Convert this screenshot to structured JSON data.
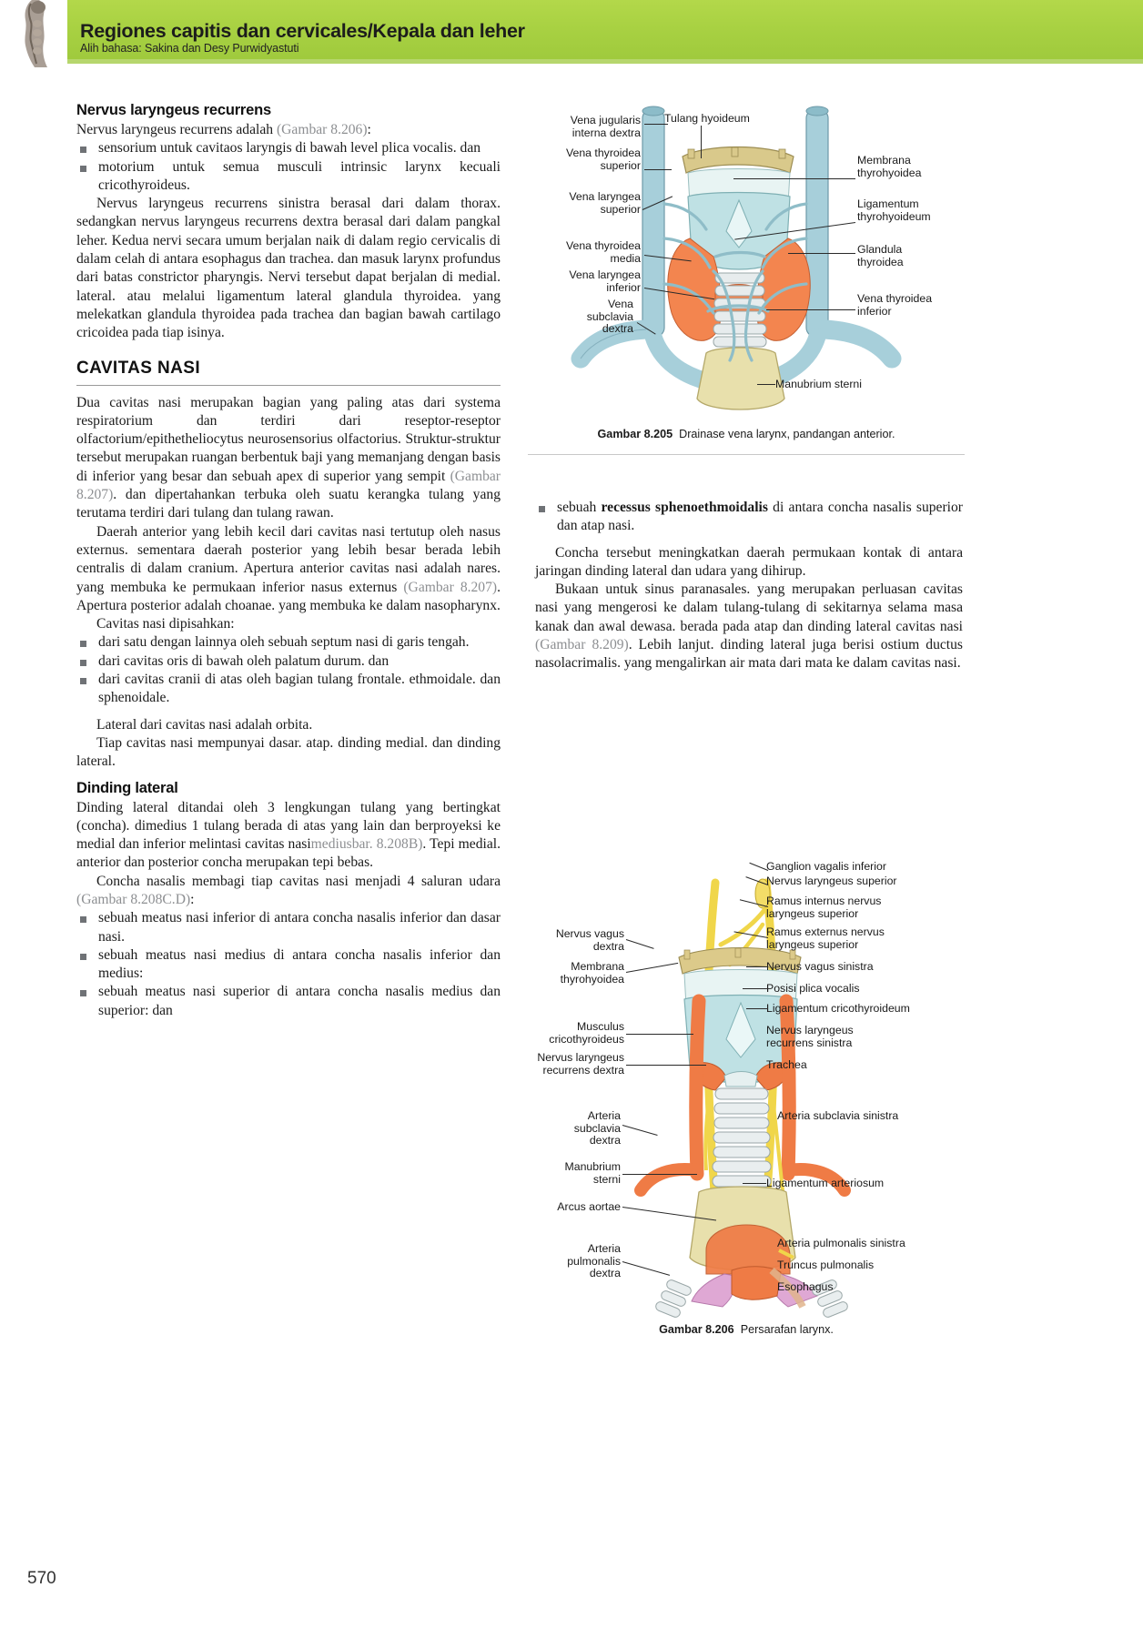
{
  "header": {
    "title": "Regiones capitis dan cervicales/Kepala dan leher",
    "subtitle": "Alih bahasa: Sakina dan Desy Purwidyastuti",
    "band_color": "#a8d142"
  },
  "page_number": "570",
  "left_column": {
    "heading1": "Nervus laryngeus recurrens",
    "intro": "Nervus laryngeus recurrens adalah ",
    "intro_ref": "(Gambar 8.206)",
    "intro_tail": ":",
    "bullets": [
      "sensorium untuk cavitaos laryngis di bawah level plica vocalis. dan",
      "motorium untuk semua musculi intrinsic larynx kecuali cricothyroideus."
    ],
    "para1": "Nervus laryngeus recurrens sinistra berasal dari dalam thorax. sedangkan nervus laryngeus recurrens dextra berasal dari dalam pangkal leher. Kedua nervi secara umum berjalan naik di dalam regio cervicalis di dalam celah di antara esophagus dan trachea. dan masuk larynx profundus dari batas constrictor pharyngis. Nervi tersebut dapat berjalan di medial. lateral. atau melalui ligamentum lateral glandula thyroidea. yang melekatkan glandula thyroidea pada trachea dan bagian bawah cartilago cricoidea pada tiap isinya.",
    "section_heading": "CAVITAS NASI",
    "para2_a": "Dua cavitas nasi merupakan bagian yang paling atas dari systema respiratorium dan terdiri dari reseptor-reseptor olfactorium/epithetheliocytus neurosensorius olfactorius. Struktur-struktur tersebut merupakan ruangan berbentuk baji yang memanjang dengan basis di inferior yang besar dan sebuah apex di superior yang sempit ",
    "para2_ref": "(Gambar 8.207)",
    "para2_b": ". dan dipertahankan terbuka oleh suatu kerangka tulang yang terutama terdiri dari tulang dan tulang rawan.",
    "para3_a": "Daerah anterior yang lebih kecil dari cavitas nasi tertutup oleh nasus externus. sementara daerah posterior yang lebih besar berada lebih centralis di dalam cranium. Apertura anterior cavitas nasi adalah nares. yang membuka ke permukaan inferior nasus externus ",
    "para3_ref": "(Gambar 8.207)",
    "para3_b": ". Apertura posterior adalah choanae. yang membuka ke dalam nasopharynx.",
    "para4": "Cavitas nasi dipisahkan:",
    "bullets2": [
      "dari satu dengan lainnya oleh sebuah septum nasi di garis tengah.",
      "dari cavitas oris di bawah oleh palatum durum. dan",
      "dari cavitas cranii di atas oleh bagian tulang frontale. ethmoidale. dan sphenoidale."
    ],
    "para5": "Lateral dari cavitas nasi adalah orbita.",
    "para6": "Tiap cavitas nasi mempunyai dasar. atap. dinding medial. dan dinding lateral.",
    "heading2": "Dinding lateral",
    "para7_a": "Dinding lateral ditandai oleh 3 lengkungan tulang yang bertingkat (concha). dimedius 1 tulang berada di atas yang lain dan berproyeksi ke medial dan inferior melintasi cavitas nasi",
    "para7_ref": "medius",
    "para7_ref2": "bar. 8.208B)",
    "para7_b": ". Tepi medial. anterior dan posterior concha merupakan tepi bebas.",
    "para8_a": "Concha nasalis membagi tiap cavitas nasi menjadi 4 saluran udara ",
    "para8_ref": "(Gambar 8.208C.D)",
    "para8_b": ":",
    "bullets3": [
      "sebuah meatus nasi inferior di antara concha nasalis inferior dan dasar nasi.",
      "sebuah meatus nasi medius di antara concha nasalis inferior dan medius:",
      "sebuah meatus nasi superior di antara concha nasalis medius dan superior: dan"
    ]
  },
  "right_column": {
    "bullet1_a": "sebuah ",
    "bullet1_bold": "recessus sphenoethmoidalis",
    "bullet1_b": " di antara concha nasalis superior dan atap nasi.",
    "para1": "Concha tersebut meningkatkan daerah permukaan kontak di antara jaringan dinding lateral dan udara yang dihirup.",
    "para2_a": "Bukaan untuk sinus paranasales. yang merupakan perluasan cavitas nasi yang mengerosi ke dalam tulang-tulang di sekitarnya selama masa kanak dan awal dewasa. berada pada atap dan dinding lateral cavitas nasi ",
    "para2_ref": "(Gambar 8.209)",
    "para2_b": ". Lebih lanjut. dinding lateral juga berisi ostium ductus nasolacrimalis. yang mengalirkan air mata dari mata ke dalam cavitas nasi."
  },
  "figure_205": {
    "caption_label": "Gambar 8.205",
    "caption_text": "Drainase vena larynx, pandangan anterior.",
    "labels_left": [
      "Vena jugularis\ninterna dextra",
      "Vena thyroidea\nsuperior",
      "Vena laryngea\nsuperior",
      "Vena thyroidea\nmedia",
      "Vena laryngea\ninferior",
      "Vena\nsubclavia\ndextra"
    ],
    "labels_right": [
      "Tulang hyoideum",
      "Membrana\nthyrohyoidea",
      "Ligamentum\nthyrohyoideum",
      "Glandula\nthyroidea",
      "Vena thyroidea\ninferior",
      "Manubrium sterni"
    ]
  },
  "figure_206": {
    "caption_label": "Gambar 8.206",
    "caption_text": "Persarafan larynx.",
    "labels_left": [
      "Nervus vagus\ndextra",
      "Membrana\nthyrohyoidea",
      "Musculus\ncricothyroideus",
      "Nervus laryngeus\nrecurrens dextra",
      "Arteria\nsubclavia\ndextra",
      "Manubrium\nsterni",
      "Arcus aortae",
      "Arteria\npulmonalis\ndextra"
    ],
    "labels_right": [
      "Ganglion vagalis inferior",
      "Nervus laryngeus superior",
      "Ramus internus nervus\nlaryngeus superior",
      "Ramus externus nervus\nlaryngeus superior",
      "Nervus vagus sinistra",
      "Posisi plica vocalis",
      "Ligamentum cricothyroideum",
      "Nervus laryngeus\nrecurrens sinistra",
      "Trachea",
      "Arteria subclavia sinistra",
      "Ligamentum arteriosum",
      "Arteria pulmonalis sinistra",
      "Truncus pulmonalis",
      "Esophagus"
    ]
  },
  "colors": {
    "banner_green": "#a8d142",
    "vein_blue": "#9dcbd6",
    "artery_orange": "#ef7b45",
    "cartilage_teal": "#b9e0e2",
    "bone_yellow": "#e3d79a",
    "nerve_yellow": "#f2d23a",
    "pulmonary_pink": "#dfa8d4",
    "ref_grey": "#8d8f92"
  }
}
